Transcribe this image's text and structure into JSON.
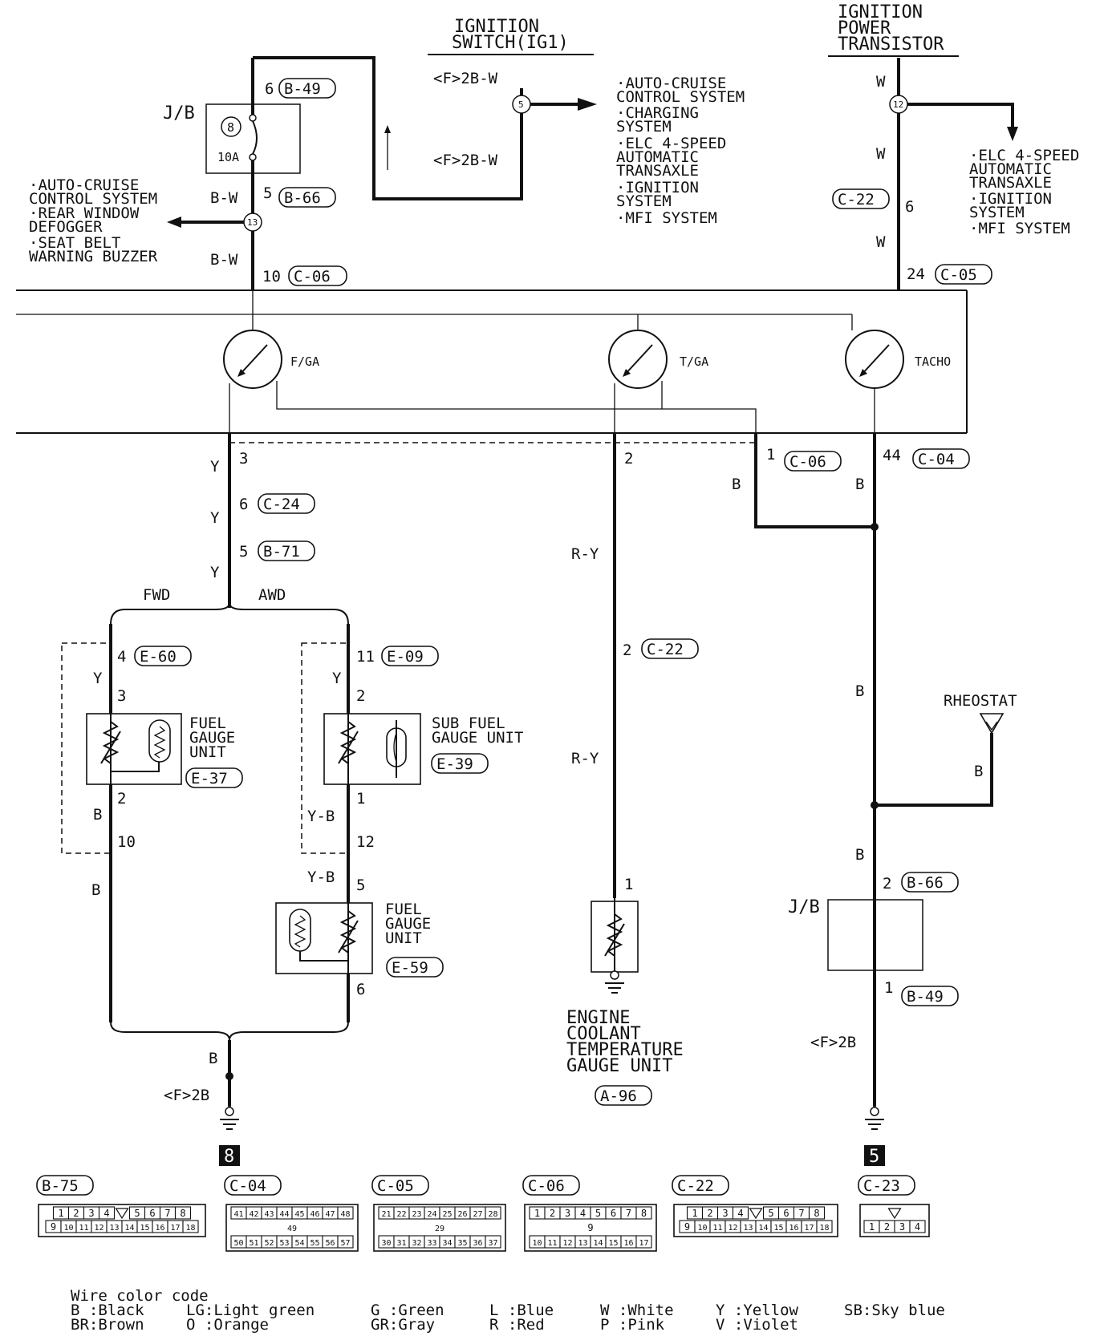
{
  "top": {
    "ignition_switch": [
      "IGNITION",
      "SWITCH(IG1)"
    ],
    "ignition_power_transistor": [
      "IGNITION",
      "POWER",
      "TRANSISTOR"
    ]
  },
  "jb_top": {
    "label": "J/B",
    "fuse_number": "8",
    "fuse_rating": "10A",
    "pin_top": "6",
    "conn_top": "B-49",
    "pin_bottom": "5",
    "conn_bottom": "B-66",
    "wire1": "B-W",
    "wire2": "B-W",
    "splice": "13",
    "pin_c06": "10",
    "conn_c06": "C-06"
  },
  "left_systems": [
    "·AUTO-CRUISE",
    " CONTROL SYSTEM",
    "·REAR WINDOW",
    " DEFOGGER",
    "·SEAT BELT",
    " WARNING BUZZER"
  ],
  "ig_switch_wires": {
    "wire_a": "<F>2B-W",
    "wire_b": "<F>2B-W",
    "splice": "5"
  },
  "mid_systems": [
    "·AUTO-CRUISE",
    " CONTROL SYSTEM",
    "·CHARGING",
    " SYSTEM",
    "·ELC 4-SPEED",
    " AUTOMATIC",
    " TRANSAXLE",
    "·IGNITION",
    " SYSTEM",
    "·MFI SYSTEM"
  ],
  "transistor": {
    "wire1": "W",
    "splice": "12",
    "wire2": "W",
    "conn_c22": "C-22",
    "pin_c22": "6",
    "wire3": "W",
    "pin_c05": "24",
    "conn_c05": "C-05"
  },
  "right_systems": [
    "·ELC 4-SPEED",
    " AUTOMATIC",
    " TRANSAXLE",
    "·IGNITION",
    " SYSTEM",
    "·MFI SYSTEM"
  ],
  "gauges": {
    "fuel": "F/GA",
    "temp": "T/GA",
    "tacho": "TACHO"
  },
  "fuel_branch": {
    "pin3": "3",
    "wire_y1": "Y",
    "pin6": "6",
    "conn_c24": "C-24",
    "wire_y2": "Y",
    "pin5": "5",
    "conn_b71": "B-71",
    "wire_y3": "Y",
    "fwd": "FWD",
    "awd": "AWD"
  },
  "fwd": {
    "pin4": "4",
    "conn_e60": "E-60",
    "wire_y": "Y",
    "pin3": "3",
    "unit": [
      "FUEL",
      "GAUGE",
      "UNIT"
    ],
    "conn_e37": "E-37",
    "pin2": "2",
    "wire_b": "B",
    "pin10": "10",
    "wire_b2": "B"
  },
  "awd": {
    "pin11": "11",
    "conn_e09": "E-09",
    "wire_y": "Y",
    "pin2": "2",
    "sub_unit": [
      "SUB FUEL",
      "GAUGE UNIT"
    ],
    "conn_e39": "E-39",
    "pin1": "1",
    "wire_yb1": "Y-B",
    "pin12": "12",
    "wire_yb2": "Y-B",
    "pin5": "5",
    "unit": [
      "FUEL",
      "GAUGE",
      "UNIT"
    ],
    "conn_e59": "E-59",
    "pin6": "6"
  },
  "left_ground": {
    "wire": "B",
    "ground": "<F>2B",
    "number": "8"
  },
  "temp_branch": {
    "pin2": "2",
    "wire1": "R-Y",
    "pin2b": "2",
    "conn_c22": "C-22",
    "wire2": "R-Y",
    "pin1": "1",
    "unit": [
      "ENGINE",
      "COOLANT",
      "TEMPERATURE",
      "GAUGE UNIT"
    ],
    "conn_a96": "A-96"
  },
  "tacho_branch": {
    "pin1": "1",
    "conn_c06": "C-06",
    "wire_b1": "B",
    "pin44": "44",
    "conn_c04": "C-04",
    "wire_b2": "B",
    "wire_b3": "B",
    "rheostat": "RHEOSTAT",
    "rheostat_wire": "B",
    "wire_b4": "B",
    "pin2": "2",
    "conn_b66": "B-66",
    "jb": "J/B",
    "pin1b": "1",
    "conn_b49": "B-49",
    "ground": "<F>2B",
    "number": "5"
  },
  "connectors": [
    {
      "name": "B-75",
      "rows": [
        [
          "1",
          "2",
          "3",
          "4",
          "▽",
          "5",
          "6",
          "7",
          "8"
        ],
        [
          "9",
          "10",
          "11",
          "12",
          "13",
          "14",
          "15",
          "16",
          "17",
          "18"
        ]
      ]
    },
    {
      "name": "C-04",
      "rows": [
        [
          "41",
          "42",
          "43",
          "44",
          "45",
          "46",
          "47",
          "48"
        ],
        [
          "49"
        ],
        [
          "50",
          "51",
          "52",
          "53",
          "54",
          "55",
          "56",
          "57"
        ]
      ]
    },
    {
      "name": "C-05",
      "rows": [
        [
          "21",
          "22",
          "23",
          "24",
          "25",
          "26",
          "27",
          "28"
        ],
        [
          "29"
        ],
        [
          "30",
          "31",
          "32",
          "33",
          "34",
          "35",
          "36",
          "37"
        ]
      ]
    },
    {
      "name": "C-06",
      "rows": [
        [
          "1",
          "2",
          "3",
          "4",
          "5",
          "6",
          "7",
          "8"
        ],
        [
          "9"
        ],
        [
          "10",
          "11",
          "12",
          "13",
          "14",
          "15",
          "16",
          "17"
        ]
      ]
    },
    {
      "name": "C-22",
      "rows": [
        [
          "1",
          "2",
          "3",
          "4",
          "▽",
          "5",
          "6",
          "7",
          "8"
        ],
        [
          "9",
          "10",
          "11",
          "12",
          "13",
          "14",
          "15",
          "16",
          "17",
          "18"
        ]
      ]
    },
    {
      "name": "C-23",
      "rows": [
        [
          "▽"
        ],
        [
          "1",
          "2",
          "3",
          "4"
        ]
      ]
    }
  ],
  "legend": {
    "title": "Wire color code",
    "row1": [
      "B :Black",
      "LG:Light green",
      "G :Green",
      "L :Blue",
      "W :White",
      "Y :Yellow",
      "SB:Sky blue"
    ],
    "row2": [
      "BR:Brown",
      "O :Orange",
      "GR:Gray",
      "R :Red",
      "P :Pink",
      "V :Violet"
    ]
  }
}
